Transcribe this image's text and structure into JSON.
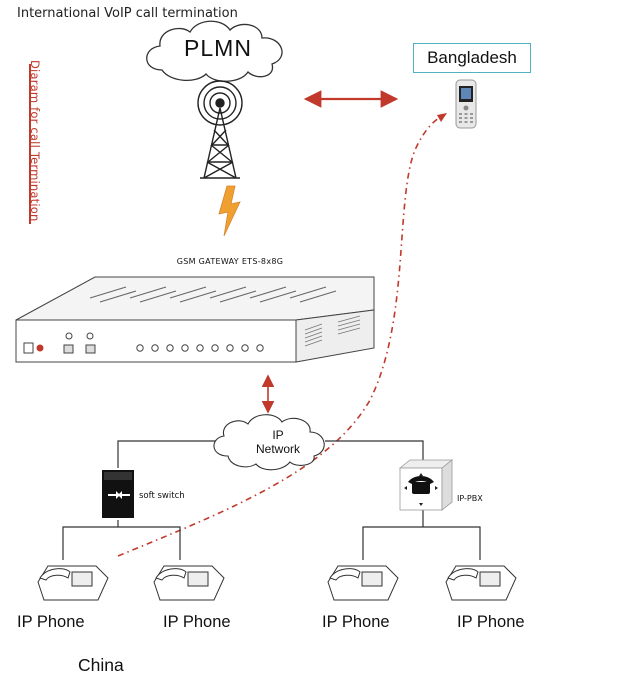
{
  "title": "International VoIP call termination",
  "side_label": "Diaram for call Termination",
  "plmn": "PLMN",
  "destination": "Bangladesh",
  "gateway_label": "GSM GATEWAY ETS-8x8G",
  "network": {
    "line1": "IP",
    "line2": "Network"
  },
  "soft_switch": "soft switch",
  "ip_pbx": "IP-PBX",
  "phones": [
    "IP Phone",
    "IP Phone",
    "IP Phone",
    "IP Phone"
  ],
  "origin": "China",
  "colors": {
    "accent": "#c0392b",
    "lightning": "#f0a030",
    "box_border": "#4fb3bf"
  }
}
